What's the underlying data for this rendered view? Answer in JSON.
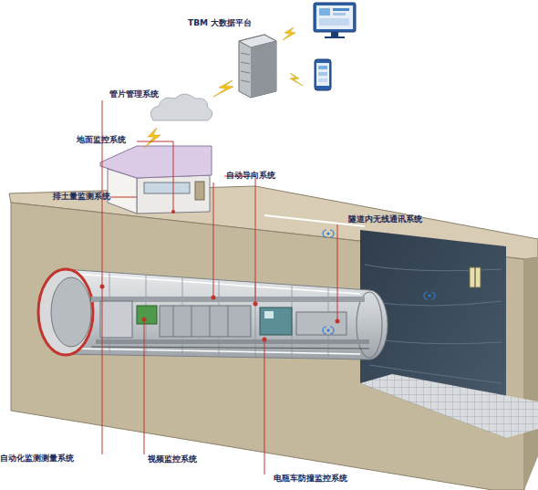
{
  "diagram": {
    "labels": [
      "TBM 大数据平台",
      "管片管理系统",
      "地面监控系统",
      "排土量监测系统",
      "自动导向系统",
      "隧道内无线通讯系统",
      "自动化监测测量系统",
      "视频监控系统",
      "电瓶车防撞监控系统"
    ]
  }
}
